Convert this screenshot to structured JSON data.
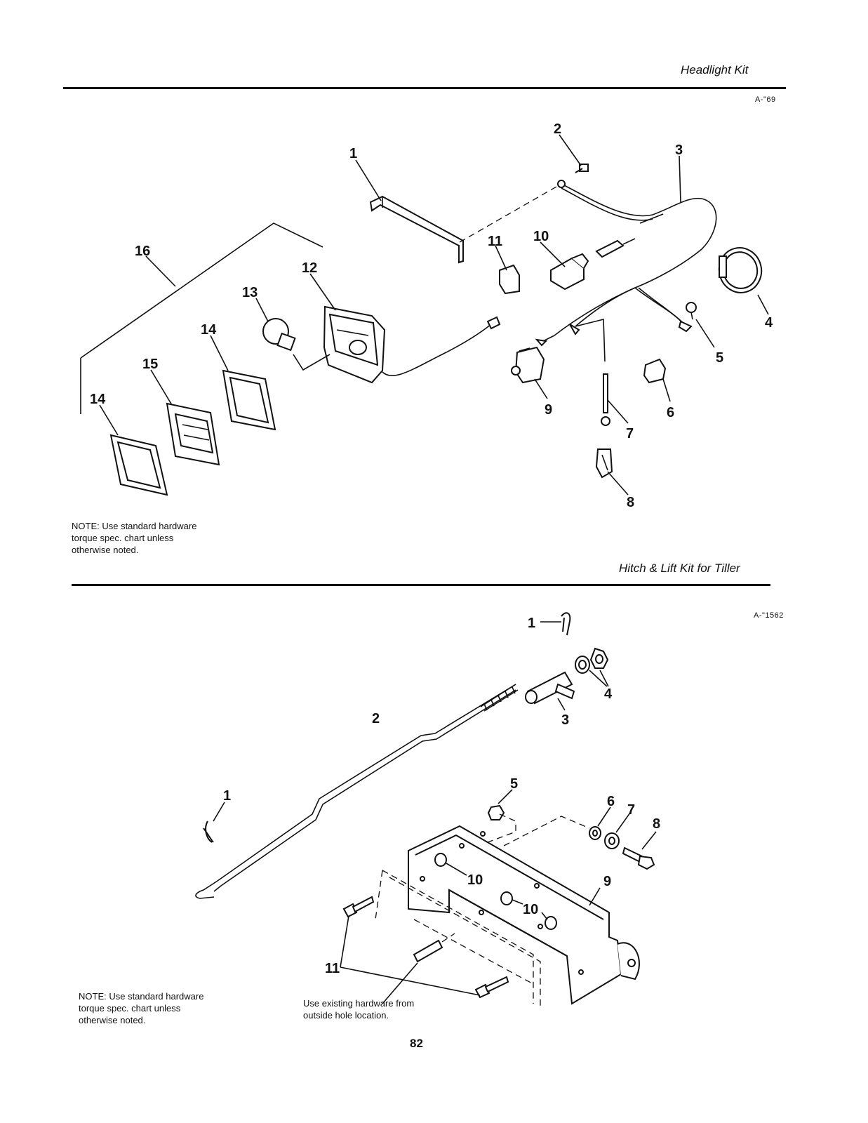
{
  "section1": {
    "title": "Headlight Kit",
    "figure_id": "A-\"69",
    "note": [
      "NOTE: Use standard hardware",
      "torque spec. chart unless",
      "otherwise noted."
    ],
    "callouts": {
      "c1": "1",
      "c2": "2",
      "c3": "3",
      "c4": "4",
      "c5": "5",
      "c6": "6",
      "c7": "7",
      "c8": "8",
      "c9": "9",
      "c10": "10",
      "c11": "11",
      "c12": "12",
      "c13": "13",
      "c14a": "14",
      "c14b": "14",
      "c15": "15",
      "c16": "16"
    }
  },
  "section2": {
    "title": "Hitch & Lift Kit for Tiller",
    "figure_id": "A-\"1562",
    "note": [
      "NOTE: Use standard hardware",
      "torque spec. chart unless",
      "otherwise noted."
    ],
    "hardware_note": [
      "Use existing hardware from",
      "outside hole location."
    ],
    "callouts": {
      "c1a": "1",
      "c1b": "1",
      "c2": "2",
      "c3": "3",
      "c4": "4",
      "c5": "5",
      "c6": "6",
      "c7": "7",
      "c8": "8",
      "c9": "9",
      "c10a": "10",
      "c10b": "10",
      "c11": "11"
    }
  },
  "page_number": "82"
}
